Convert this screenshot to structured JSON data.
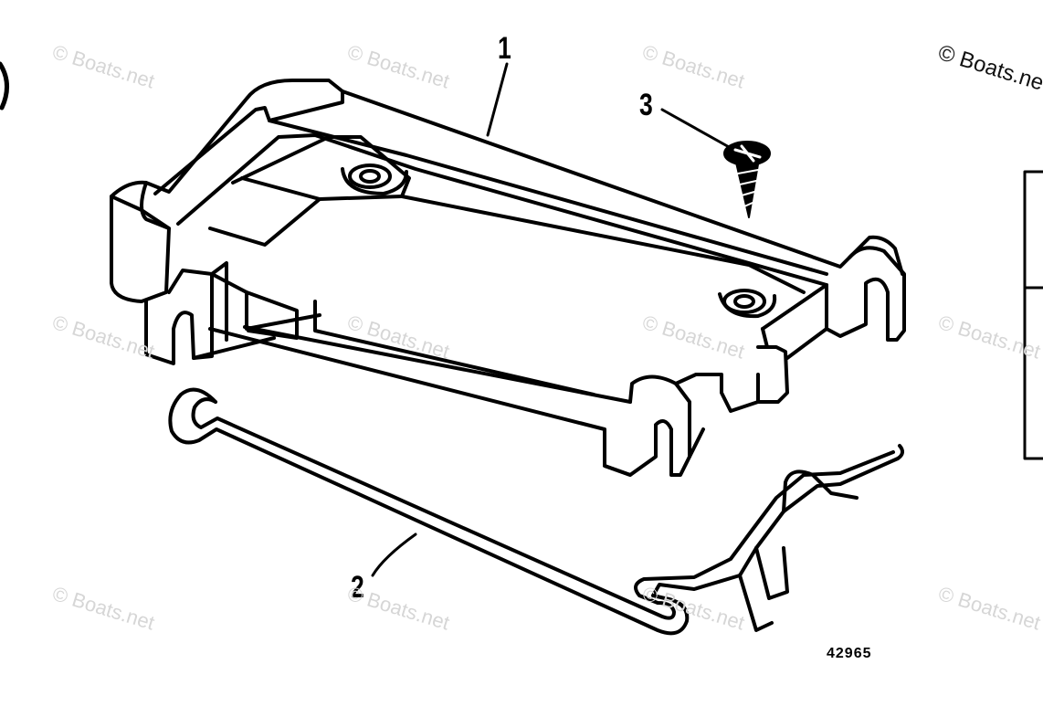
{
  "callouts": {
    "one": "1",
    "two": "2",
    "three": "3"
  },
  "figure_number": "42965",
  "watermark": "© Boats.net",
  "colors": {
    "line": "#000000",
    "watermark": "#d6d6d6"
  }
}
